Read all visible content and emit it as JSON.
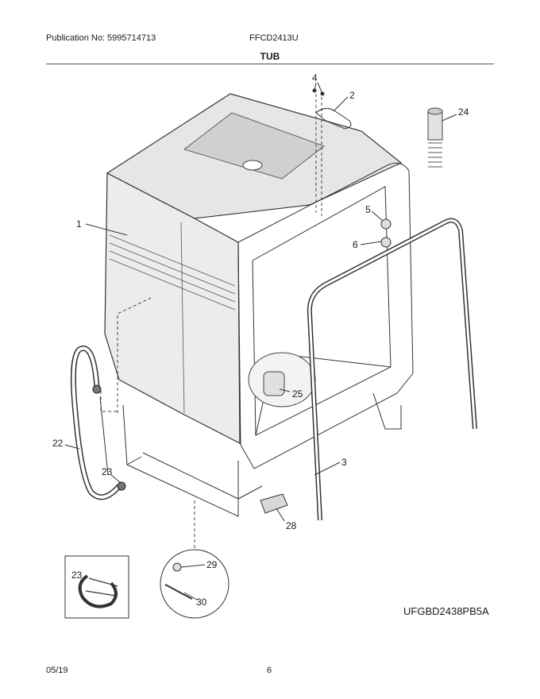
{
  "header": {
    "publication": "Publication No: 5995714713",
    "model": "FFCD2413U"
  },
  "title": "TUB",
  "diagram_code": "UFGBD2438PB5A",
  "footer": {
    "date": "05/19",
    "page": "6"
  },
  "callouts": {
    "c1": "1",
    "c2": "2",
    "c3": "3",
    "c4": "4",
    "c5": "5",
    "c6": "6",
    "c22": "22",
    "c23a": "23",
    "c23b": "23",
    "c24": "24",
    "c25": "25",
    "c28": "28",
    "c29": "29",
    "c30": "30"
  },
  "colors": {
    "tub_fill": "#ececec",
    "line": "#333333"
  }
}
